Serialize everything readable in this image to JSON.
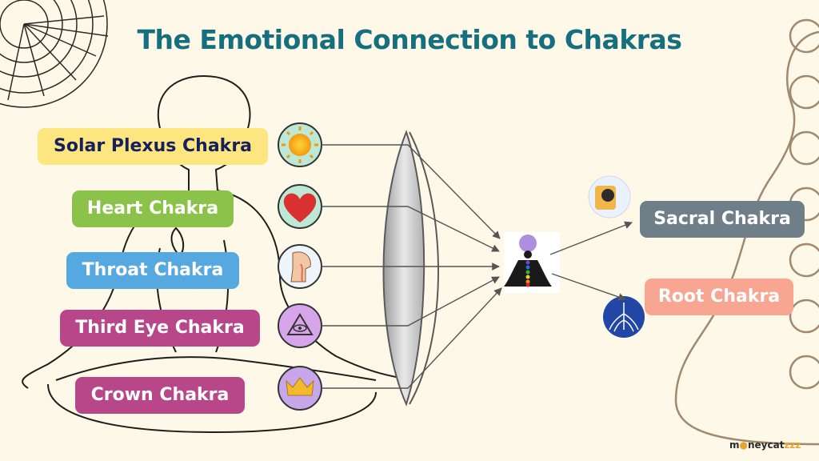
{
  "title": "The Emotional Connection to Chakras",
  "left_chakras": [
    {
      "label": "Solar Plexus Chakra",
      "icon": "sun-icon"
    },
    {
      "label": "Heart Chakra",
      "icon": "heart-icon"
    },
    {
      "label": "Throat Chakra",
      "icon": "throat-icon"
    },
    {
      "label": "Third Eye Chakra",
      "icon": "eye-icon"
    },
    {
      "label": "Crown Chakra",
      "icon": "crown-icon"
    }
  ],
  "right_chakras": [
    {
      "label": "Sacral Chakra",
      "icon": "sacral-icon"
    },
    {
      "label": "Root Chakra",
      "icon": "root-icon"
    }
  ],
  "colors": {
    "title": "#166f7e",
    "solar_label": "#fde680",
    "heart_label": "#8bc34a",
    "throat_label": "#56a8e0",
    "third_eye_label": "#b8478a",
    "crown_label": "#b8478a",
    "sacral_label": "#6f7f8a",
    "root_label": "#f8a592"
  },
  "logo": {
    "prefix": "m",
    "middle": "neycat",
    "suffix": "zzz"
  }
}
